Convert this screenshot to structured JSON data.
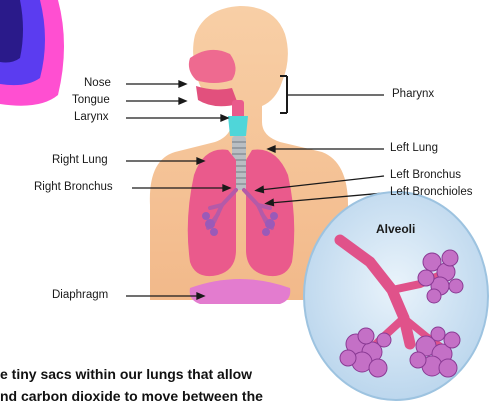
{
  "labels": {
    "nose": "Nose",
    "tongue": "Tongue",
    "larynx": "Larynx",
    "pharynx": "Pharynx",
    "left_lung": "Left Lung",
    "right_lung": "Right Lung",
    "left_bronchus": "Left Bronchus",
    "right_bronchus": "Right Bronchus",
    "left_bronchioles": "Left Bronchioles",
    "diaphragm": "Diaphragm",
    "alveoli": "Alveoli"
  },
  "caption": {
    "line1": "e tiny sacs within our lungs that allow",
    "line2": "nd carbon dioxide to move between the"
  },
  "colors": {
    "skin": "#f6c69a",
    "lung": "#ea5a8c",
    "trachea": "#9aa0a6",
    "larynx": "#4fd6d9",
    "diaphragm": "#e37ccf",
    "alveoli_circle": "#cfe4f4",
    "logo_ring": "#ff4fd1",
    "logo_inner": "#5b3cf0"
  }
}
